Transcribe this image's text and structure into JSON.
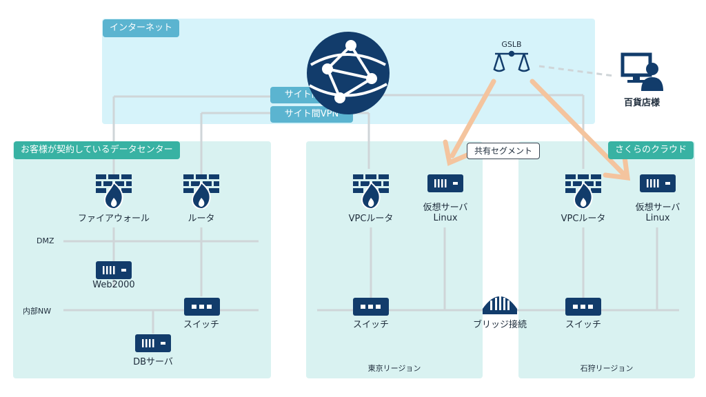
{
  "zones": {
    "internet": "インターネット",
    "datacenter": "お客様が契約しているデータセンター",
    "sakura": "さくらのクラウド",
    "shared_segment": "共有セグメント",
    "tokyo_region": "東京リージョン",
    "ishikari_region": "石狩リージョン"
  },
  "vpn": {
    "tunnel1": "サイト間VPN",
    "tunnel2": "サイト間VPN"
  },
  "internet": {
    "gslb": "GSLB",
    "customer": "百貨店様"
  },
  "datacenter": {
    "firewall": "ファイアウォール",
    "router": "ルータ",
    "dmz": "DMZ",
    "web": "Web2000",
    "internal_nw": "内部NW",
    "switch": "スイッチ",
    "db": "DBサーバ"
  },
  "tokyo": {
    "vpc_router": "VPCルータ",
    "vm_line1": "仮想サーバ",
    "vm_line2": "Linux",
    "switch": "スイッチ"
  },
  "ishikari": {
    "vpc_router": "VPCルータ",
    "vm_line1": "仮想サーバ",
    "vm_line2": "Linux",
    "switch": "スイッチ"
  },
  "bridge": "ブリッジ接続",
  "colors": {
    "icon": "#123c6b",
    "internet_bg": "#d6f3fa",
    "zone_bg": "#d9f2f1",
    "tag_blue": "#5bb4d0",
    "tag_teal": "#38b2a3",
    "arrow": "#f4c49e",
    "line": "#cfd5d8"
  }
}
